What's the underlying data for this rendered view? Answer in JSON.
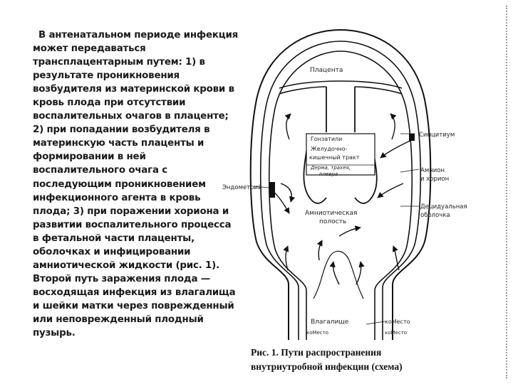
{
  "text": {
    "lines": [
      "В антенатальном периоде инфекция",
      "может передаваться",
      "трансплацентарным путем: 1) в",
      "результате проникновения",
      "возбудителя из материнской крови в",
      "кровь плода при отсутствии",
      "воспалительных очагов в плаценте;",
      "2) при попадании возбудителя в",
      "материнскую часть плаценты и",
      "формировании в ней",
      "воспалительного очага с",
      "последующим проникновением",
      "инфекционного агента в кровь",
      "плода; 3) при поражении хориона и",
      "развитии воспалительного процесса",
      "в фетальной части плаценты,",
      "оболочках и инфицировании",
      "амниотической жидкости  (рис. 1).",
      "Второй путь заражения плода —",
      "восходящая инфекция из влагалища",
      "и шейки матки через поврежденный",
      "или неповрежденный плодный",
      "пузырь."
    ]
  },
  "diagram": {
    "labels": {
      "placenta": "Плацента",
      "tonsils": "Гонзатили",
      "gi_tract_1": "Желудочно-",
      "gi_tract_2": "кишечный тракт",
      "skin_1": "Дерма, трахея,",
      "skin_2": "плевра",
      "endometrium": "Эндометрий",
      "amniotic_1": "Амниотическая",
      "amniotic_2": "полость",
      "vagina": "Влагалище",
      "ecomesto_1": "коМесто",
      "ecomesto_2": "коМесто",
      "ecomesto_3": "коМесто",
      "syncytium": "Синцитиум",
      "amnion_1": "Амнион",
      "amnion_2": "и хорион",
      "decidual_1": "Децидуальная",
      "decidual_2": "оболочка"
    }
  },
  "caption": {
    "line1": "Рис. 1. Пути распространения",
    "line2": "внутриутробной инфекции (схема)"
  }
}
